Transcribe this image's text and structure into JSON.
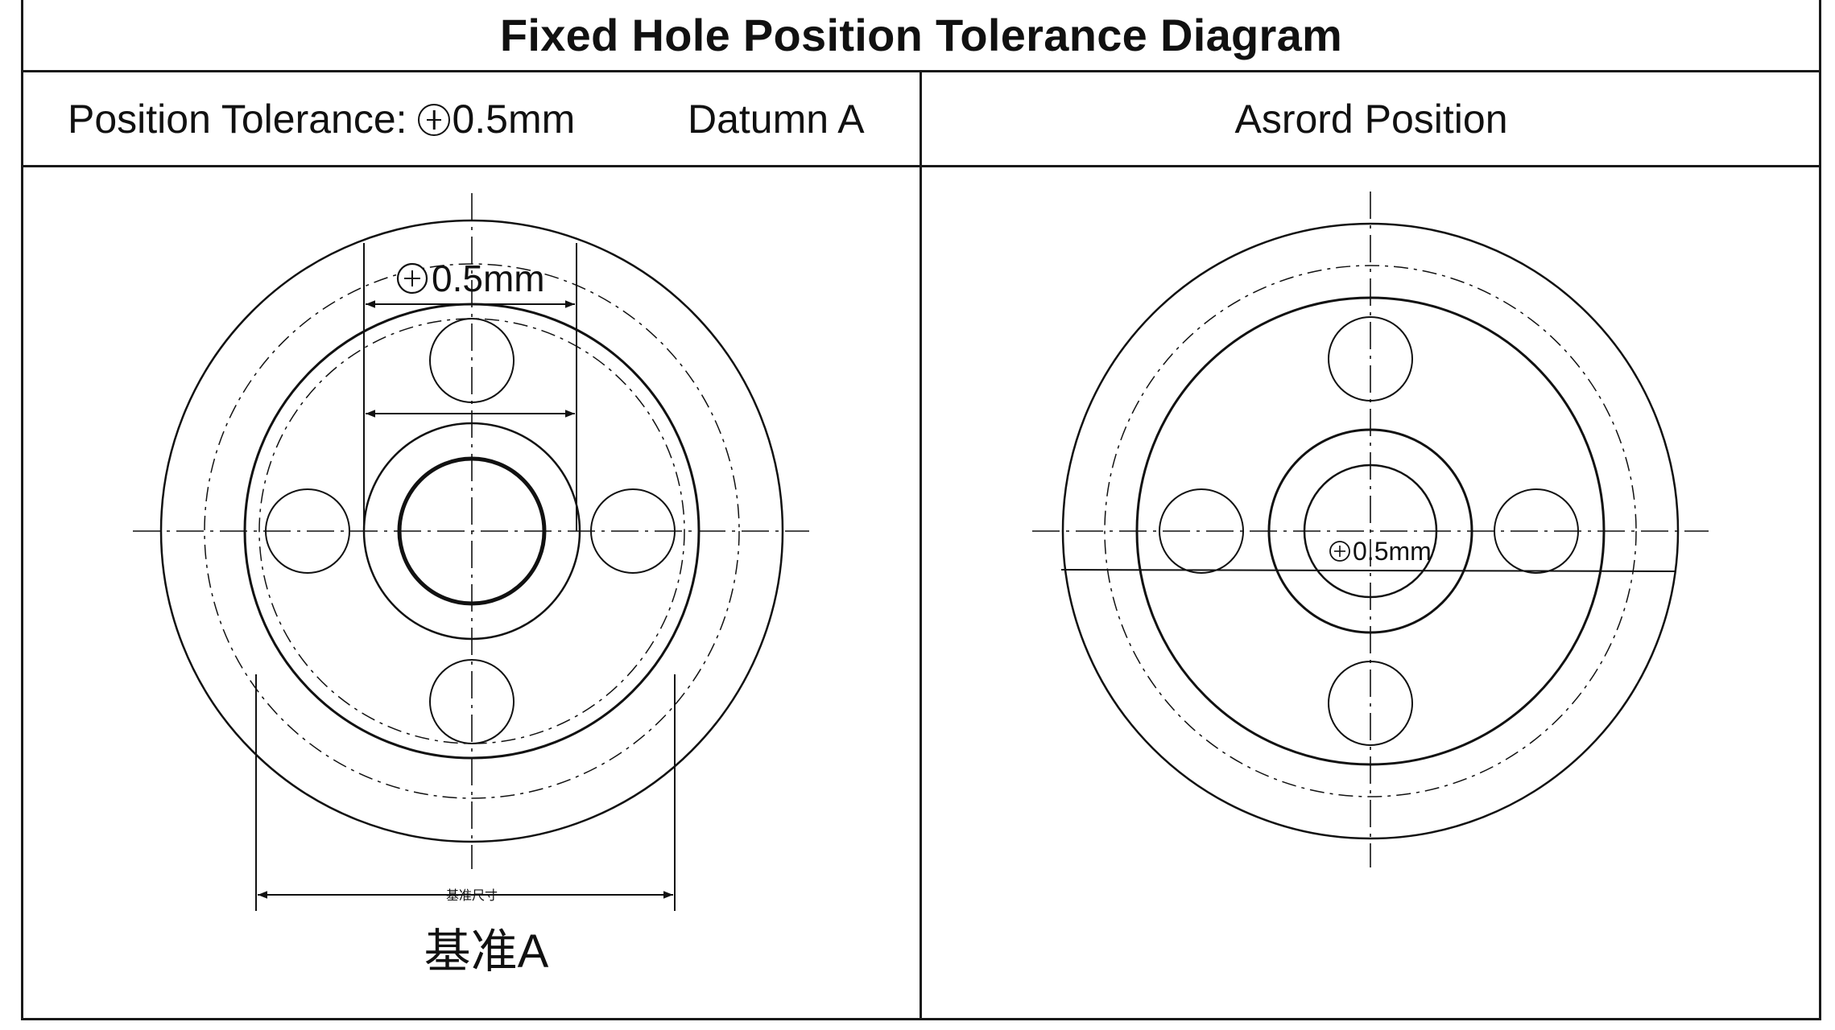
{
  "title": "Fixed Hole Position Tolerance Diagram",
  "header": {
    "tolerance_label": "Position Tolerance:",
    "tolerance_value": "0.5mm",
    "datum": "Datumn A",
    "right_title": "Asrord Position"
  },
  "left_view": {
    "dim_label": "0.5mm",
    "bottom_dim_text": "基准尺寸",
    "datum_label": "基准A"
  },
  "right_view": {
    "dim_label": "0.5mm"
  },
  "colors": {
    "line": "#111111",
    "background": "#ffffff"
  }
}
